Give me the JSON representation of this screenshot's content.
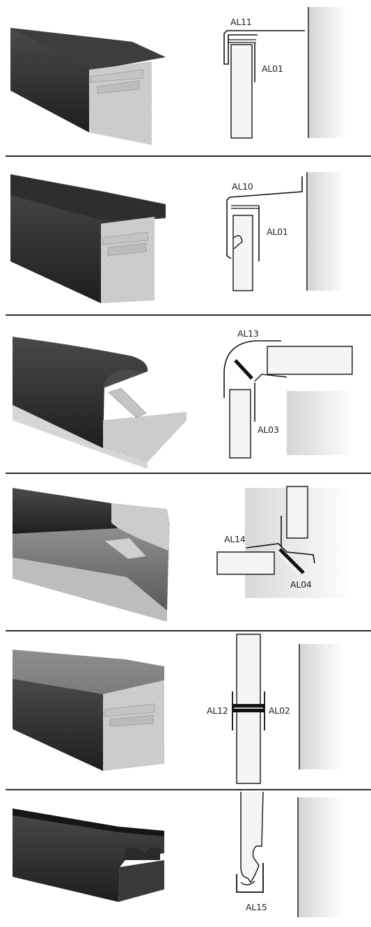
{
  "colors": {
    "profile_dark": "#2b2b2d",
    "profile_dark_top": "#3a3a3c",
    "aluminium": "#c9c9c9",
    "aluminium_hatch": "#a9a9a9",
    "line": "#111111",
    "panel_fill": "#f1f1f1",
    "wall_gradient_start": "#cfcfcf",
    "wall_gradient_end": "#ffffff"
  },
  "profiles": [
    {
      "id": "row-1",
      "description_icon": "top-edge-profile",
      "labels": {
        "cap": "AL11",
        "base": "AL01"
      }
    },
    {
      "id": "row-2",
      "description_icon": "top-edge-profile-with-lip",
      "labels": {
        "cap": "AL10",
        "base": "AL01"
      }
    },
    {
      "id": "row-3",
      "description_icon": "external-corner-profile",
      "labels": {
        "cap": "AL13",
        "base": "AL03"
      }
    },
    {
      "id": "row-4",
      "description_icon": "internal-corner-profile",
      "labels": {
        "cap": "AL14",
        "base": "AL04"
      }
    },
    {
      "id": "row-5",
      "description_icon": "joint-profile",
      "labels": {
        "cap": "AL12",
        "base": "AL02"
      }
    },
    {
      "id": "row-6",
      "description_icon": "bottom-edge-profile",
      "labels": {
        "cap": "AL15"
      }
    }
  ]
}
